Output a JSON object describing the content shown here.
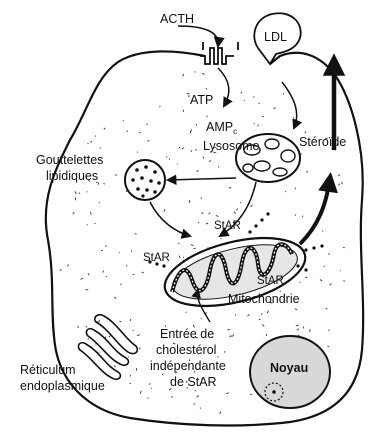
{
  "labels": {
    "acth": "ACTH",
    "ldl": "LDL",
    "atp": "ATP",
    "amp": "AMP",
    "amp_sub": "c",
    "lysosome": "Lysosome",
    "steroide": "Stéroïde",
    "gouttelettes_line1": "Gouttelettes",
    "gouttelettes_line2": "lipidiques",
    "star_top": "StAR",
    "star_left": "StAR",
    "star_right": "StAR",
    "mitochondrie": "Mitochondrie",
    "entree_line1": "Entrée de",
    "entree_line2": "cholestérol",
    "entree_line3": "indépendante",
    "entree_line4": "de StAR",
    "reticulum_line1": "Réticulum",
    "reticulum_line2": "endoplasmique",
    "noyau": "Noyau"
  },
  "colors": {
    "ink": "#111111",
    "background": "#ffffff",
    "nucleus_fill": "#dcdcdc",
    "mitochondria_fill": "#c8c8c8"
  }
}
